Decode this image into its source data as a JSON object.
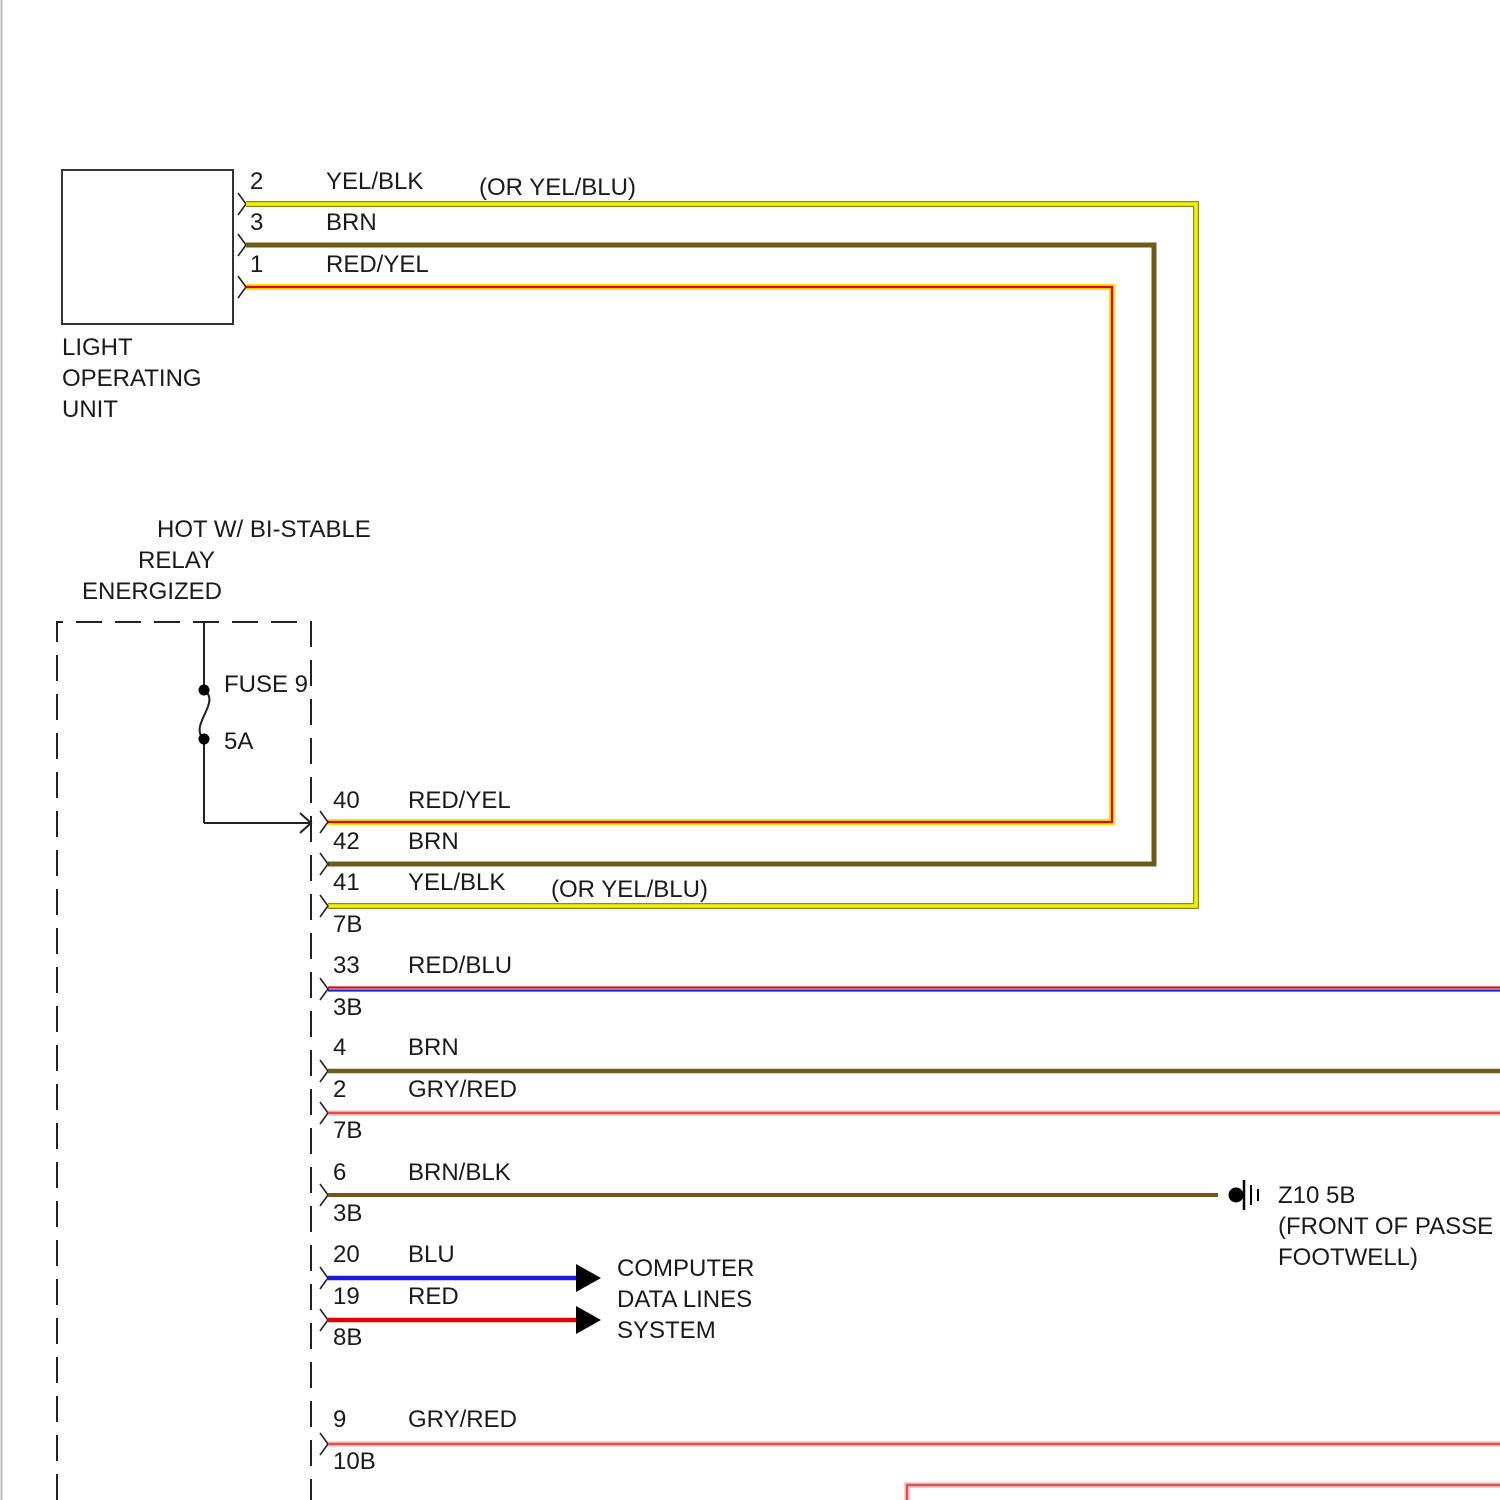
{
  "colors": {
    "yellow": "#f2f200",
    "brown": "#6e5a1a",
    "red": "#e00000",
    "blue": "#1a1ae6",
    "pink": "#f0a8a8",
    "black": "#000000",
    "line": "#222222"
  },
  "light_unit": {
    "label_line1": "LIGHT",
    "label_line2": "OPERATING",
    "label_line3": "UNIT",
    "pins": [
      {
        "pin": "2",
        "wire": "YEL/BLK",
        "note": "(OR YEL/BLU)"
      },
      {
        "pin": "3",
        "wire": "BRN",
        "note": ""
      },
      {
        "pin": "1",
        "wire": "RED/YEL",
        "note": ""
      }
    ]
  },
  "hot_label": {
    "line1": "HOT W/ BI-STABLE",
    "line2": "RELAY",
    "line3": "ENERGIZED"
  },
  "fuse": {
    "name": "FUSE 9",
    "rating": "5A"
  },
  "module_pins": [
    {
      "pin": "40",
      "wire": "RED/YEL",
      "note": ""
    },
    {
      "pin": "42",
      "wire": "BRN",
      "note": ""
    },
    {
      "pin": "41",
      "wire": "YEL/BLK",
      "note": "(OR YEL/BLU)"
    },
    {
      "pin": "33",
      "wire": "RED/BLU",
      "note": ""
    },
    {
      "pin": "4",
      "wire": "BRN",
      "note": ""
    },
    {
      "pin": "2",
      "wire": "GRY/RED",
      "note": ""
    },
    {
      "pin": "6",
      "wire": "BRN/BLK",
      "note": ""
    },
    {
      "pin": "20",
      "wire": "BLU",
      "note": ""
    },
    {
      "pin": "19",
      "wire": "RED",
      "note": ""
    },
    {
      "pin": "9",
      "wire": "GRY/RED",
      "note": ""
    }
  ],
  "connectors": [
    "7B",
    "3B",
    "7B",
    "3B",
    "8B",
    "10B"
  ],
  "ground": {
    "line1": "Z10 5B",
    "line2": "(FRONT OF PASSE",
    "line3": "FOOTWELL)"
  },
  "data_lines": {
    "line1": "COMPUTER",
    "line2": "DATA LINES",
    "line3": "SYSTEM"
  }
}
